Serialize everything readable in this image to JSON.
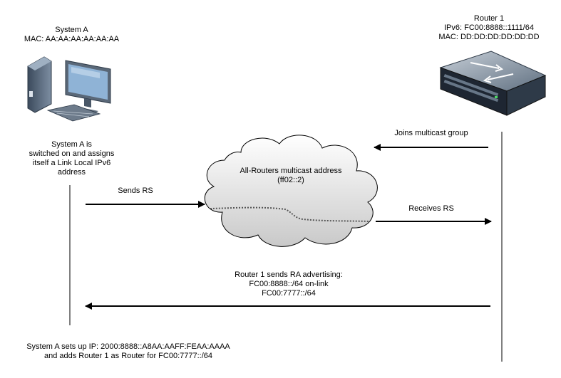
{
  "system_a": {
    "title": "System A",
    "mac": "MAC: AA:AA:AA:AA:AA:AA",
    "desc": [
      "System A is",
      "switched on and assigns",
      "itself a Link Local IPv6",
      "address"
    ]
  },
  "router": {
    "title": "Router 1",
    "ipv6": "IPv6: FC00:8888::1111/64",
    "mac": "MAC: DD:DD:DD:DD:DD:DD"
  },
  "cloud": {
    "line1": "All-Routers multicast address",
    "line2": "(ff02::2)"
  },
  "messages": {
    "joins": "Joins multicast group",
    "sends_rs": "Sends RS",
    "receives_rs": "Receives RS",
    "ra": [
      "Router 1 sends RA advertising:",
      "FC00:8888::/64 on-link",
      "FC00:7777::/64"
    ]
  },
  "footer": {
    "line1": "System A sets up IP: 2000:8888::A8AA:AAFF:FEAA:AAAA",
    "line2": "and adds Router 1 as Router for FC00:7777::/64"
  }
}
